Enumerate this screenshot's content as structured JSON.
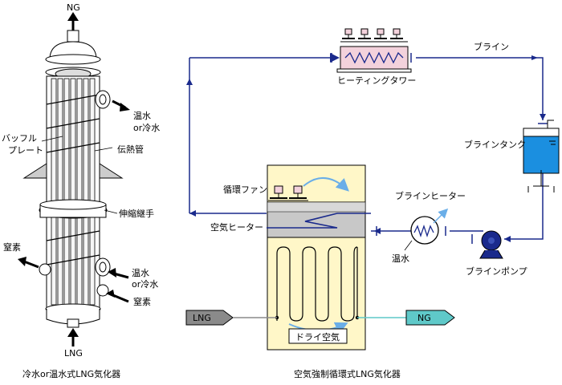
{
  "left": {
    "top_label": "NG",
    "hot_water_in": "温水",
    "hot_water_in_sub": "or冷水",
    "baffle_1": "バッフル",
    "baffle_2": "プレート",
    "tube": "伝熱管",
    "expansion": "伸縮継手",
    "nitrogen_out": "窒素",
    "hot_water_out": "温水",
    "hot_water_out_sub": "or冷水",
    "nitrogen_in": "窒素",
    "bottom_label": "LNG",
    "caption": "冷水or温水式LNG気化器"
  },
  "right": {
    "heating_tower": "ヒーティングタワー",
    "brine": "ブライン",
    "brine_tank": "ブラインタンク",
    "fan": "循環ファン",
    "brine_heater": "ブラインヒーター",
    "air_heater": "空気ヒーター",
    "warm_water": "温水",
    "brine_pump": "ブラインポンプ",
    "lng": "LNG",
    "ng": "NG",
    "dry_air": "ドライ空気",
    "caption": "空気強制循環式LNG気化器"
  },
  "colors": {
    "pipe": "#1a2a8c",
    "vessel": "#fff7c8",
    "tank_water": "#1b8fe0",
    "heater_band": "#c8c8c8",
    "tower_fill": "#f3d2dc",
    "lng_box": "#8a8a8a",
    "ng_box": "#5fc9c9",
    "air_arrow": "#6aaee8"
  }
}
